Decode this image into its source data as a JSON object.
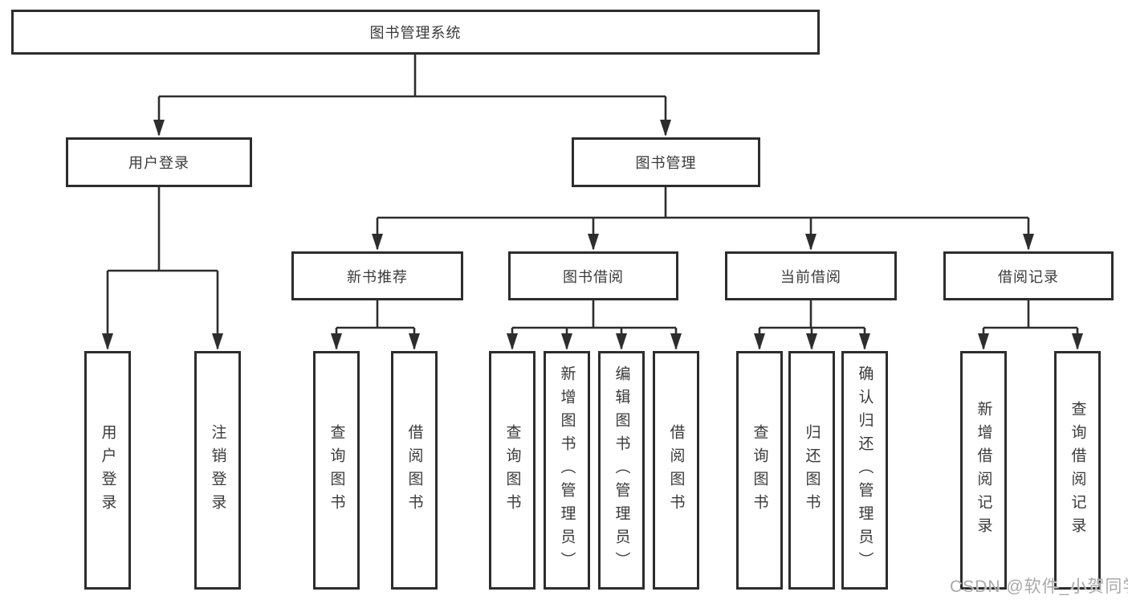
{
  "diagram": {
    "title": "图书管理系统",
    "level2": {
      "user_login": "用户登录",
      "book_management": "图书管理"
    },
    "level3": {
      "new_book_recommend": "新书推荐",
      "book_borrow": "图书借阅",
      "current_borrow": "当前借阅",
      "borrow_record": "借阅记录"
    },
    "leaves": {
      "user_login_children": [
        "用户登录",
        "注销登录"
      ],
      "new_book_children": [
        "查询图书",
        "借阅图书"
      ],
      "book_borrow_children": [
        "查询图书",
        "新增图书（管理员）",
        "编辑图书（管理员）",
        "借阅图书"
      ],
      "current_borrow_children": [
        "查询图书",
        "归还图书",
        "确认归还（管理员）"
      ],
      "borrow_record_children": [
        "新增借阅记录",
        "查询借阅记录"
      ]
    },
    "watermark": "CSDN @软件_小贺同学",
    "colors": {
      "line": "#2d2d2d",
      "text": "#3a3a3a",
      "background": "#ffffff",
      "watermark": "#a9a9a9"
    }
  }
}
